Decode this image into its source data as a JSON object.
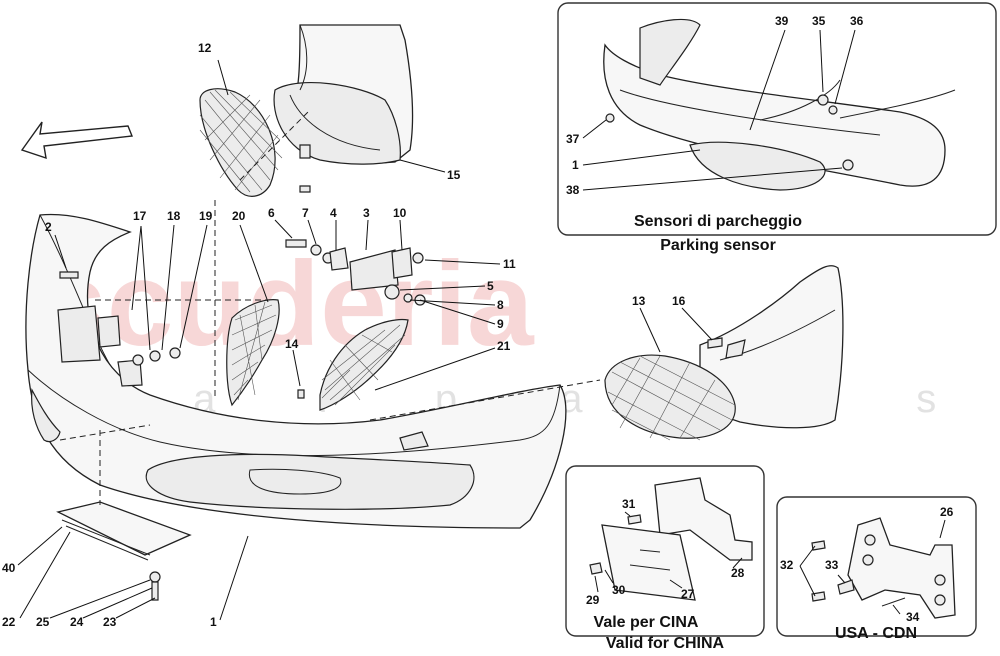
{
  "watermark": {
    "main": "scuderia",
    "sub": "c a r p a r t s"
  },
  "callouts": [
    {
      "id": "c1",
      "text": "1"
    },
    {
      "id": "c1b",
      "text": "1"
    },
    {
      "id": "c2",
      "text": "2"
    },
    {
      "id": "c3",
      "text": "3"
    },
    {
      "id": "c4",
      "text": "4"
    },
    {
      "id": "c5",
      "text": "5"
    },
    {
      "id": "c6",
      "text": "6"
    },
    {
      "id": "c7",
      "text": "7"
    },
    {
      "id": "c8",
      "text": "8"
    },
    {
      "id": "c9",
      "text": "9"
    },
    {
      "id": "c10",
      "text": "10"
    },
    {
      "id": "c11",
      "text": "11"
    },
    {
      "id": "c12",
      "text": "12"
    },
    {
      "id": "c13",
      "text": "13"
    },
    {
      "id": "c14",
      "text": "14"
    },
    {
      "id": "c15",
      "text": "15"
    },
    {
      "id": "c16",
      "text": "16"
    },
    {
      "id": "c17",
      "text": "17"
    },
    {
      "id": "c18",
      "text": "18"
    },
    {
      "id": "c19",
      "text": "19"
    },
    {
      "id": "c20",
      "text": "20"
    },
    {
      "id": "c21",
      "text": "21"
    },
    {
      "id": "c22",
      "text": "22"
    },
    {
      "id": "c23",
      "text": "23"
    },
    {
      "id": "c24",
      "text": "24"
    },
    {
      "id": "c25",
      "text": "25"
    },
    {
      "id": "c26",
      "text": "26"
    },
    {
      "id": "c27",
      "text": "27"
    },
    {
      "id": "c28",
      "text": "28"
    },
    {
      "id": "c29",
      "text": "29"
    },
    {
      "id": "c30",
      "text": "30"
    },
    {
      "id": "c31",
      "text": "31"
    },
    {
      "id": "c32",
      "text": "32"
    },
    {
      "id": "c33",
      "text": "33"
    },
    {
      "id": "c34",
      "text": "34"
    },
    {
      "id": "c35",
      "text": "35"
    },
    {
      "id": "c36",
      "text": "36"
    },
    {
      "id": "c37",
      "text": "37"
    },
    {
      "id": "c38",
      "text": "38"
    },
    {
      "id": "c39",
      "text": "39"
    },
    {
      "id": "c40",
      "text": "40"
    }
  ],
  "panels": {
    "parking": {
      "line1": "Sensori di parcheggio",
      "line2": "Parking sensor"
    },
    "china": {
      "line1": "Vale per CINA",
      "line2": "Valid for CHINA"
    },
    "usa": {
      "line1": "USA - CDN"
    }
  }
}
